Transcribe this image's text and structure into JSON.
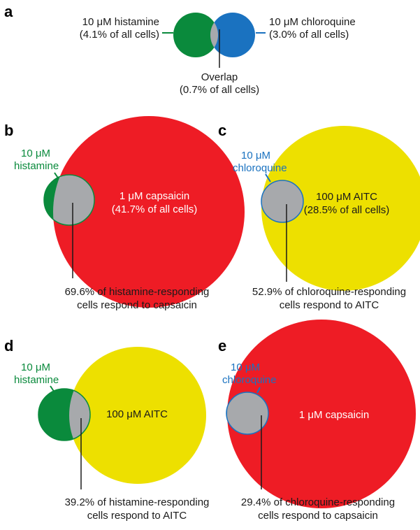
{
  "panels": {
    "a": {
      "letter": "a",
      "left_label": [
        "10 μM histamine",
        "(4.1% of all cells)"
      ],
      "right_label": [
        "10 μM chloroquine",
        "(3.0% of all cells)"
      ],
      "overlap_label": [
        "Overlap",
        "(0.7% of all cells)"
      ]
    },
    "b": {
      "letter": "b",
      "small_label": [
        "10 μM",
        "histamine"
      ],
      "big_label": [
        "1 μM capsaicin",
        "(41.7% of all cells)"
      ],
      "callout": [
        "69.6% of histamine-responding",
        "cells respond to capsaicin"
      ]
    },
    "c": {
      "letter": "c",
      "small_label": [
        "10 μM",
        "chloroquine"
      ],
      "big_label": [
        "100 μM AITC",
        "(28.5% of all cells)"
      ],
      "callout": [
        "52.9% of chloroquine-responding",
        "cells respond to AITC"
      ]
    },
    "d": {
      "letter": "d",
      "small_label": [
        "10 μM",
        "histamine"
      ],
      "big_label": [
        "100 μM AITC"
      ],
      "callout": [
        "39.2% of histamine-responding",
        "cells respond to AITC"
      ]
    },
    "e": {
      "letter": "e",
      "small_label": [
        "10 μM",
        "chloroquine"
      ],
      "big_label": [
        "1 μM capsaicin"
      ],
      "callout": [
        "29.4% of chloroquine-responding",
        "cells respond to capsaicin"
      ]
    }
  },
  "colors": {
    "histamine": "#0a8a3c",
    "chloroquine": "#1a72c0",
    "capsaicin": "#ee1c25",
    "aitc": "#ede000",
    "overlap": "#a7a9ac"
  }
}
